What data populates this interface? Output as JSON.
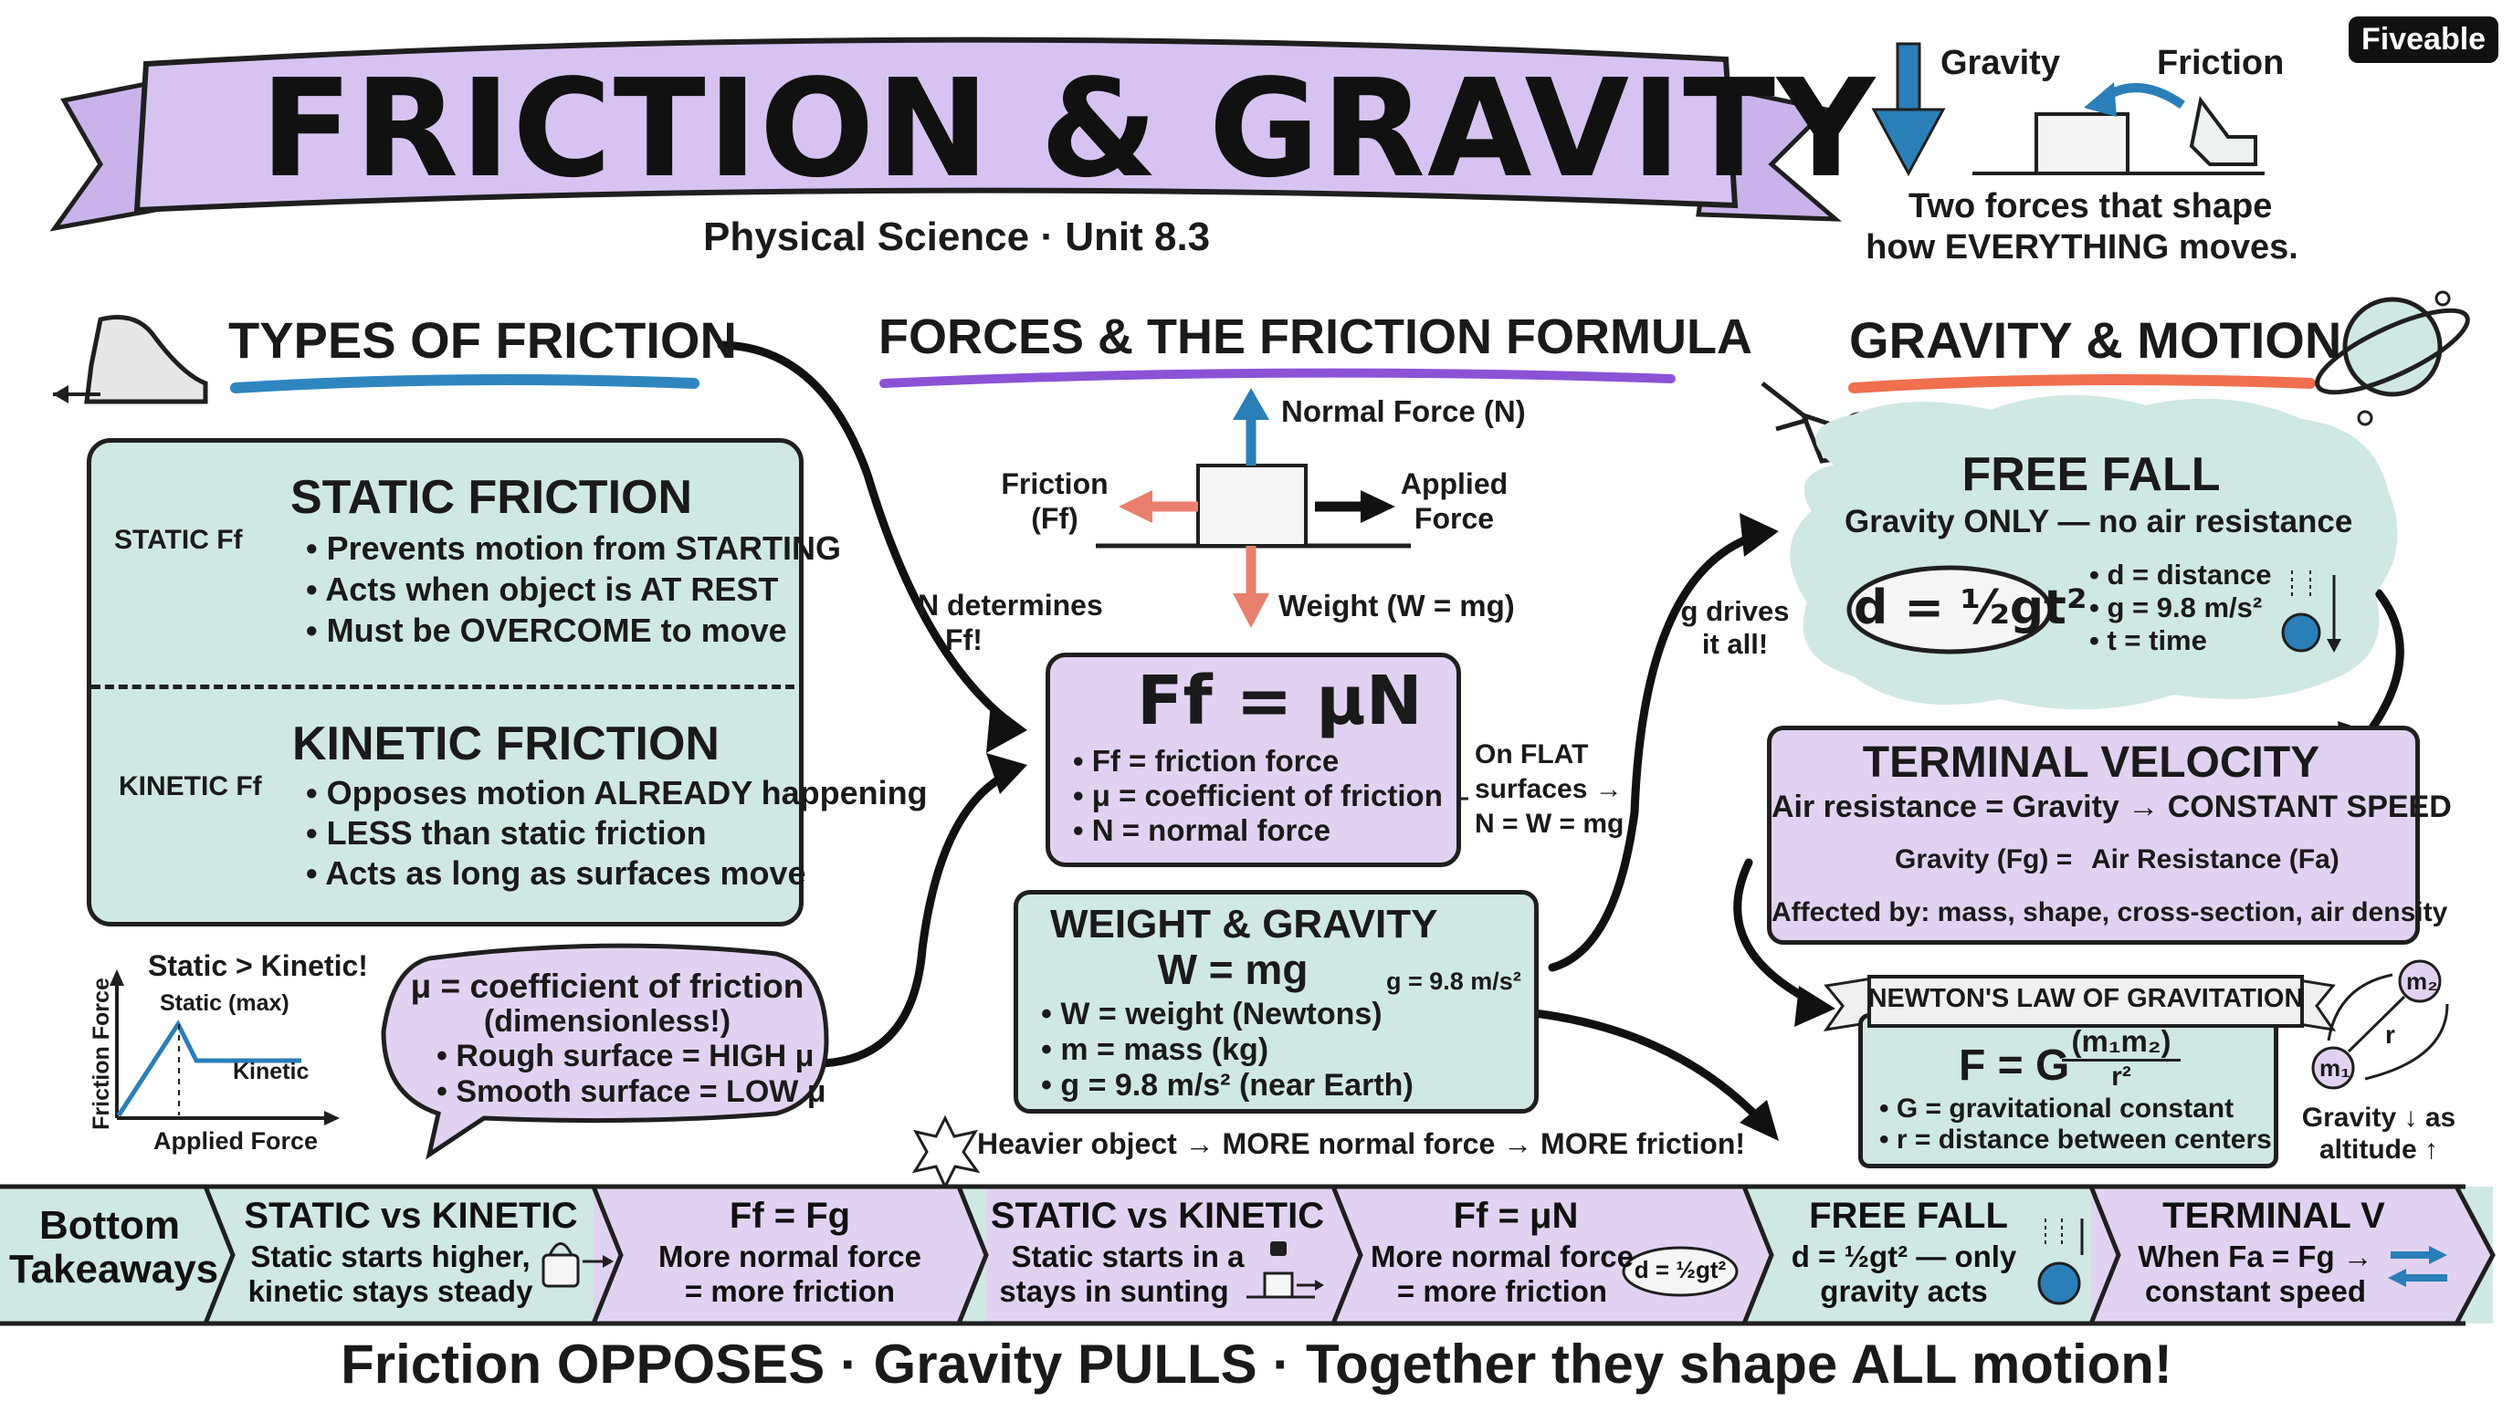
{
  "brand": {
    "logo_text": "Fiveable"
  },
  "banner": {
    "title": "FRICTION & GRAVITY",
    "subtitle": "Physical Science · Unit 8.3"
  },
  "intro": {
    "gravity_label": "Gravity",
    "friction_label": "Friction",
    "tagline_1": "Two forces that shape",
    "tagline_2": "how EVERYTHING moves."
  },
  "sections": {
    "types": "TYPES OF FRICTION",
    "forces": "FORCES & THE FRICTION FORMULA",
    "gravity": "GRAVITY & MOTION"
  },
  "static_friction": {
    "title": "STATIC FRICTION",
    "icon_label": "STATIC Ff",
    "bullets": [
      "Prevents motion from STARTING",
      "Acts when object is AT REST",
      "Must be OVERCOME to move"
    ]
  },
  "kinetic_friction": {
    "title": "KINETIC FRICTION",
    "icon_label": "KINETIC Ff",
    "bullets": [
      "Opposes motion ALREADY happening",
      "LESS than static friction",
      "Acts as long as surfaces move"
    ]
  },
  "graph": {
    "title": "Static > Kinetic!",
    "ylabel": "Friction Force",
    "xlabel": "Applied Force",
    "peak_label": "Static (max)",
    "plateau_label": "Kinetic"
  },
  "mu_bubble": {
    "line1": "μ = coefficient of friction",
    "line2": "(dimensionless!)",
    "bullets": [
      "Rough surface = HIGH μ",
      "Smooth surface = LOW μ"
    ]
  },
  "fbd": {
    "normal": "Normal Force (N)",
    "friction_1": "Friction",
    "friction_2": "(Ff)",
    "applied_1": "Applied",
    "applied_2": "Force",
    "weight": "Weight (W = mg)"
  },
  "n_note": {
    "line1": "N determines",
    "line2": "Ff!"
  },
  "formula_box": {
    "formula": "Ff = μN",
    "bullets": [
      "Ff = friction force",
      "μ = coefficient of friction",
      "N = normal force"
    ],
    "side_1": "On FLAT",
    "side_2": "surfaces →",
    "side_3": "N = W = mg"
  },
  "weight_box": {
    "title": "WEIGHT & GRAVITY",
    "formula": "W = mg",
    "g_note": "g = 9.8 m/s²",
    "bullets": [
      "W = weight (Newtons)",
      "m = mass (kg)",
      "g = 9.8 m/s² (near Earth)"
    ]
  },
  "heavier_note": "Heavier object → MORE normal force → MORE friction!",
  "g_drives": {
    "line1": "g drives",
    "line2": "it all!"
  },
  "free_fall": {
    "title": "FREE FALL",
    "subtitle": "Gravity ONLY — no air resistance",
    "formula": "d = ½gt²",
    "bullets": [
      "d = distance",
      "g = 9.8 m/s²",
      "t = time"
    ]
  },
  "terminal": {
    "title": "TERMINAL VELOCITY",
    "subtitle": "Air resistance = Gravity → CONSTANT SPEED",
    "gravity_part": "Gravity (Fg) =",
    "air_part": "Air Resistance (Fa)",
    "affected": "Affected by: mass, shape, cross-section, air density"
  },
  "newton": {
    "title": "NEWTON'S LAW OF GRAVITATION",
    "formula_left": "F = G",
    "numerator": "(m₁m₂)",
    "denominator": "r²",
    "bullets": [
      "G = gravitational constant",
      "r = distance between centers"
    ],
    "m1": "m₁",
    "m2": "m₂",
    "r": "r",
    "note_1": "Gravity ↓ as",
    "note_2": "altitude ↑"
  },
  "strip": {
    "label_1": "Bottom",
    "label_2": "Takeaways",
    "items": [
      {
        "title": "STATIC vs KINETIC",
        "line1": "Static starts higher,",
        "line2": "kinetic stays steady"
      },
      {
        "title": "Ff = Fg",
        "line1": "More normal force",
        "line2": "= more friction"
      },
      {
        "title": "STATIC vs KINETIC",
        "line1": "Static starts in a",
        "line2": "stays in sunting"
      },
      {
        "title": "Ff = μN",
        "line1": "More normal force",
        "line2": "= more friction"
      },
      {
        "title": "FREE FALL",
        "line1": "d = ½gt² — only",
        "line2": "gravity acts"
      },
      {
        "title": "TERMINAL V",
        "line1": "When Fa = Fg →",
        "line2": "constant speed"
      }
    ],
    "mini_formula": "d = ½gt²"
  },
  "footer": "Friction OPPOSES ·  Gravity PULLS · Together they shape ALL motion!",
  "colors": {
    "teal": "#cfe8e4",
    "lilac": "#e2d2f2",
    "blue_arrow": "#2a7fb8",
    "red_arrow": "#e8806d",
    "underline_blue": "#2f86bf",
    "underline_purple": "#8b52d6",
    "underline_orange": "#ef6f4f"
  }
}
